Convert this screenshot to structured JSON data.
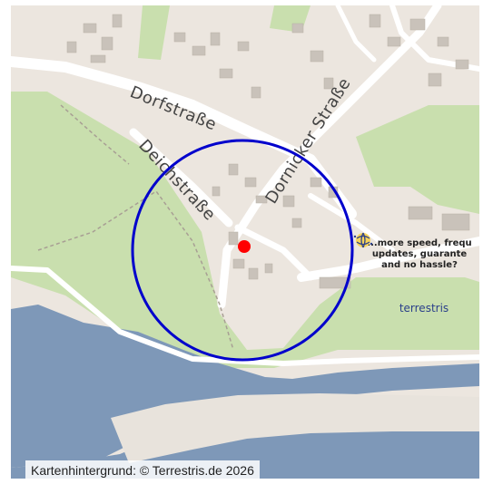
{
  "map": {
    "streets": {
      "dorfstrasse": "Dorfstraße",
      "deichstrasse": "Deichstraße",
      "dornicker_strasse": "Dornicker Straße"
    },
    "marker_color": "#ff0000",
    "radius_circle_color": "#0000cc",
    "water_color": "#7e98b8",
    "green_color": "#c9dfae"
  },
  "ad": {
    "line1": "...more speed, frequ",
    "line2": "updates, guarante",
    "line3": "and no hassle?",
    "brand": "terrestris"
  },
  "attribution": "Kartenhintergrund: © Terrestris.de 2026"
}
